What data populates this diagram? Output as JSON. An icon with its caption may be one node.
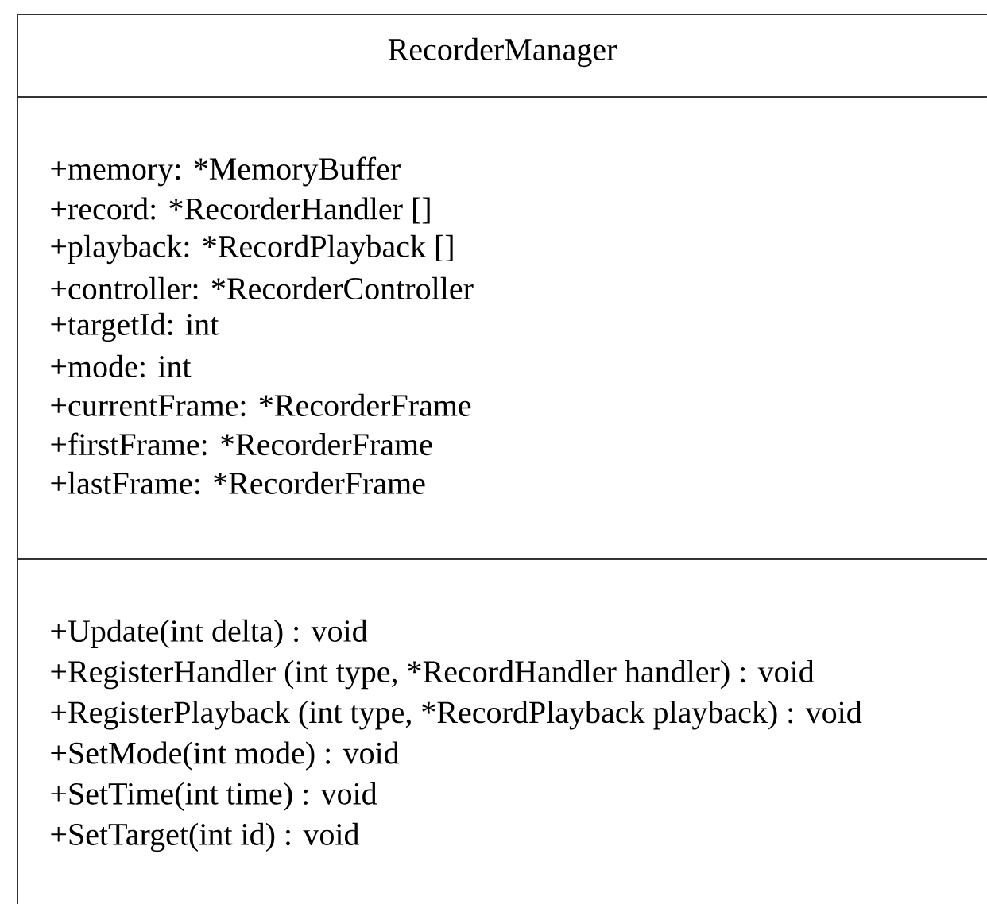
{
  "diagram": {
    "nodes": [
      {
        "text": [
          "RecorderManager"
        ]
      },
      {
        "text": [
          "+memory: *MemoryBuffer",
          "+record: *RecorderHandler []",
          "+playback: *RecordPlayback []",
          "+controller: *RecorderController",
          "+targetId: int",
          "+mode: int",
          "+currentFrame: *RecorderFrame",
          "+firstFrame: *RecorderFrame",
          "+lastFrame: *RecorderFrame"
        ]
      },
      {
        "text": [
          "+Update(int delta) : void",
          "+RegisterHandler (int type, *RecordHandler handler) : void",
          "+RegisterPlayback (int type, *RecordPlayback playback) : void",
          "+SetMode(int mode) : void",
          "+SetTime(int time) : void",
          "+SetTarget(int id) : void"
        ]
      }
    ]
  }
}
